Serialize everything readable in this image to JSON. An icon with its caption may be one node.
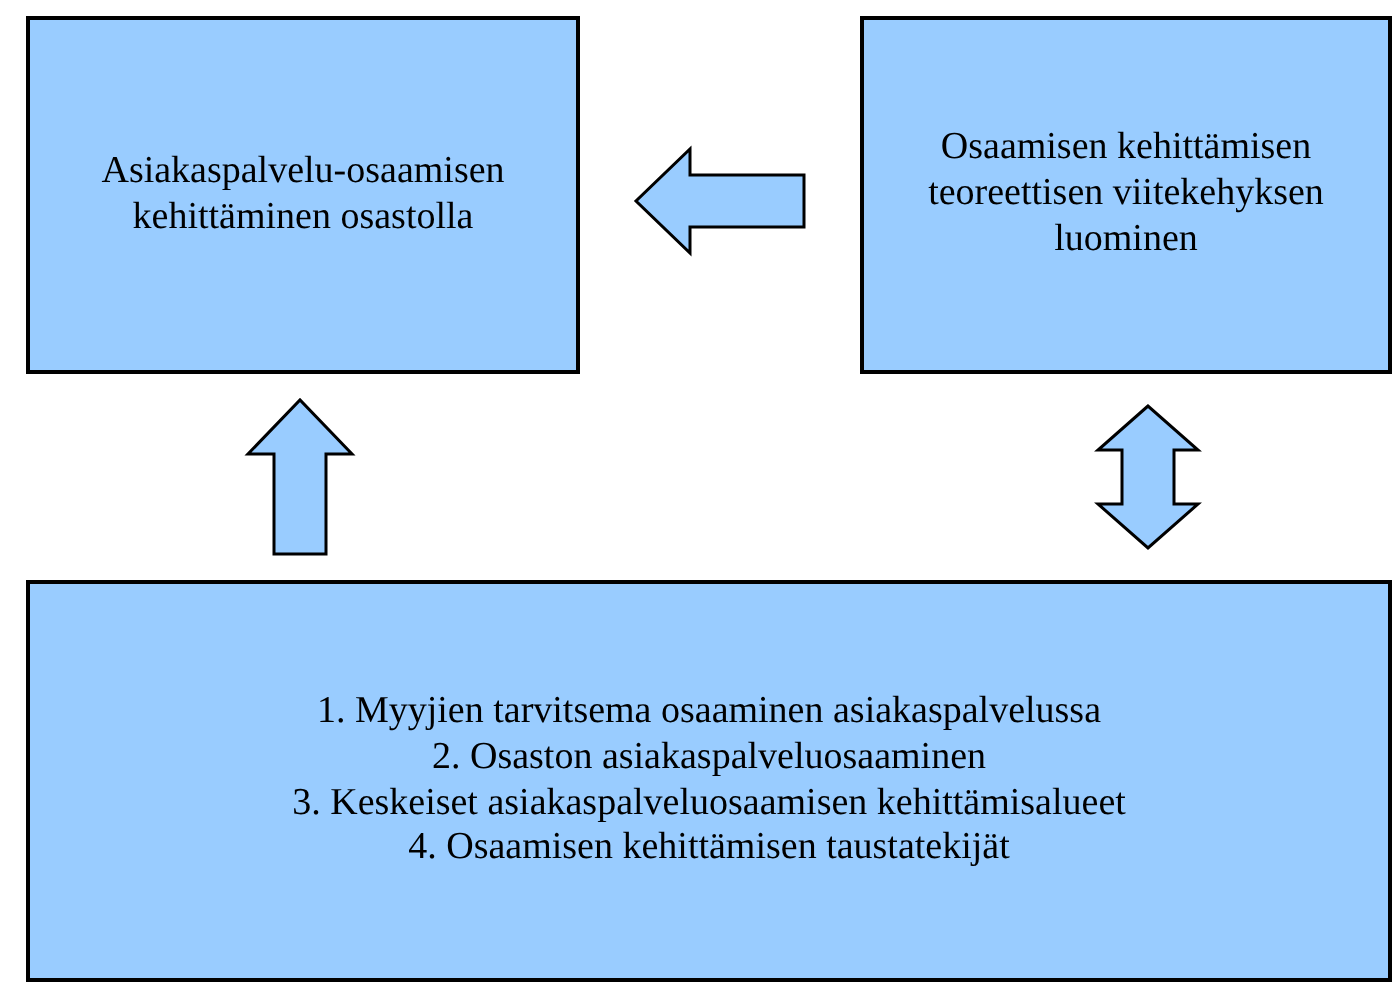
{
  "diagram": {
    "nodes": [
      {
        "text": [
          "Asiakaspalvelu-osaamisen kehittäminen osastolla"
        ]
      },
      {
        "text": [
          "Osaamisen kehittämisen teoreettisen viitekehyksen luominen"
        ]
      },
      {
        "text": [
          "1. Myyjien tarvitsema osaaminen asiakaspalvelussa",
          "2. Osaston asiakaspalveluosaaminen",
          "3. Keskeiset asiakaspalveluosaamisen kehittämisalueet",
          "4. Osaamisen kehittämisen taustatekijät"
        ]
      }
    ],
    "edges": [
      {
        "from": 1,
        "to": 0,
        "arrow": "to"
      },
      {
        "from": 2,
        "to": 0,
        "arrow": "to"
      },
      {
        "from": 1,
        "to": 2,
        "arrow": "both"
      }
    ]
  }
}
